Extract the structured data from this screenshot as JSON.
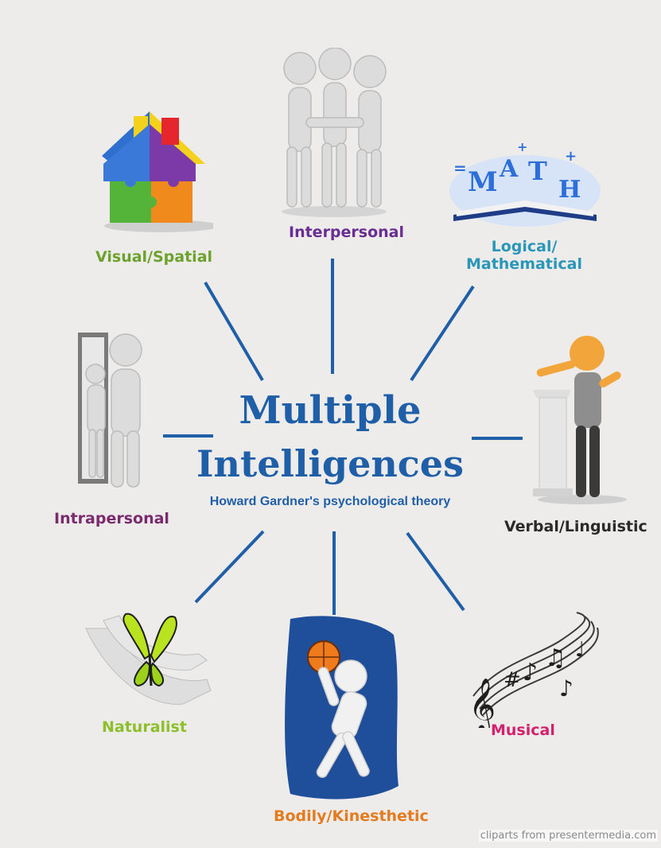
{
  "title": {
    "line1": "Multiple",
    "line2": "Intelligences",
    "subtitle": "Howard Gardner's psychological theory"
  },
  "nodes": {
    "visual_spatial": {
      "label": "Visual/Spatial",
      "color": "#6ca22c",
      "icon": "puzzle-house-icon"
    },
    "interpersonal": {
      "label": "Interpersonal",
      "color": "#6a2d91",
      "icon": "people-group-icon"
    },
    "logical_mathematical": {
      "label_line1": "Logical/",
      "label_line2": "Mathematical",
      "color": "#2a97b8",
      "icon": "math-book-icon"
    },
    "intrapersonal": {
      "label": "Intrapersonal",
      "color": "#7a2b6e",
      "icon": "mirror-reflection-icon"
    },
    "verbal_linguistic": {
      "label": "Verbal/Linguistic",
      "color": "#2a2a2a",
      "icon": "podium-speaker-icon"
    },
    "naturalist": {
      "label": "Naturalist",
      "color": "#8cbf2a",
      "icon": "butterfly-hand-icon"
    },
    "bodily_kinesthetic": {
      "label": "Bodily/Kinesthetic",
      "color": "#e27c1e",
      "icon": "basketball-player-icon"
    },
    "musical": {
      "label": "Musical",
      "color": "#d4216e",
      "icon": "music-notes-icon"
    }
  },
  "connector_color": "#1f5fa8",
  "credit": "cliparts from presentermedia.com"
}
